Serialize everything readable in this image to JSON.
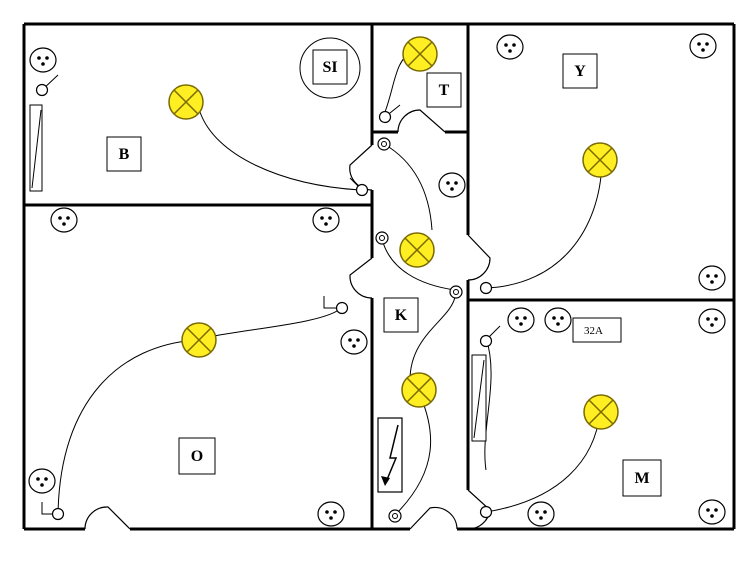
{
  "rooms": {
    "B": "B",
    "SI": "SI",
    "T": "T",
    "Y": "Y",
    "K": "K",
    "O": "O",
    "M": "M"
  },
  "labels": {
    "breaker": "32A"
  },
  "colors": {
    "wall": "#000000",
    "lamp_fill": "#ffee22",
    "lamp_stroke": "#8a7a00",
    "wire": "#000000",
    "background": "#ffffff"
  },
  "symbols": {
    "lamp": "ceiling-lamp-icon",
    "socket": "socket-outlet-icon",
    "switch": "light-switch-icon",
    "junction": "junction-box-icon",
    "radiator": "radiator-icon",
    "distribution_board": "distribution-board-icon"
  }
}
